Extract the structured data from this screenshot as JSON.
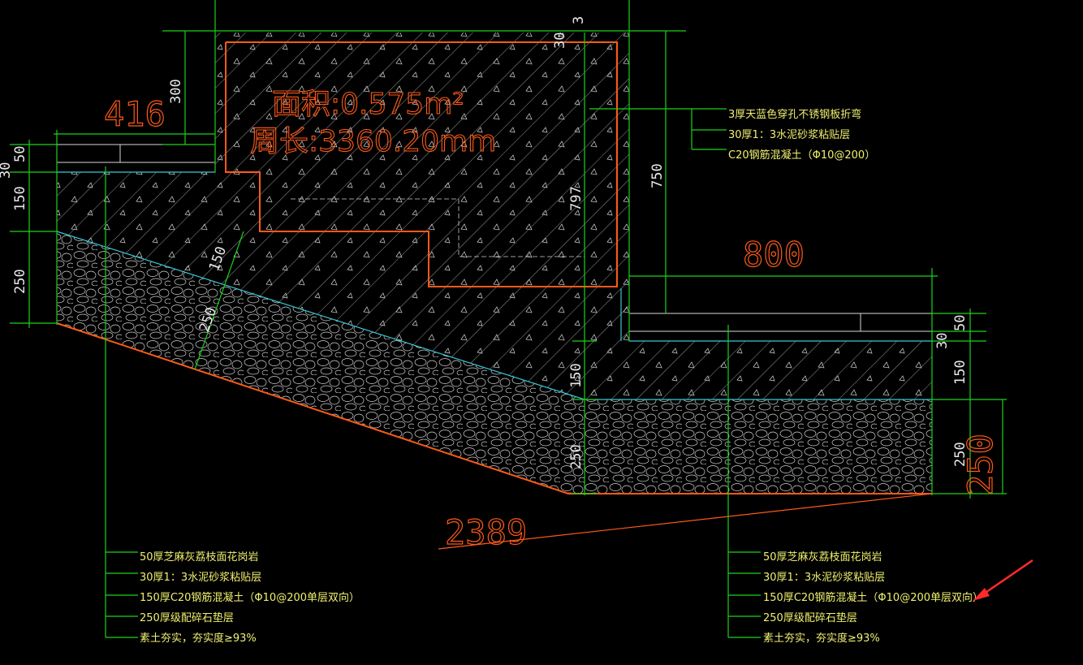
{
  "dimensions": {
    "d416": "416",
    "d300": "300",
    "d50_left": "50",
    "d30_left": "30",
    "d150_left": "150",
    "d250_left": "250",
    "d150_slope": "150",
    "d250_slope": "250",
    "d30_top": "30",
    "d3_top": "3",
    "d797": "797",
    "d750": "750",
    "d800": "800",
    "d50_right": "50",
    "d30_right": "30",
    "d150_right": "150",
    "d250_right": "250",
    "d250_big": "250",
    "d150_mid": "150",
    "d250_mid": "250",
    "d2389": "2389"
  },
  "measure": {
    "area": "面积:0.575m²",
    "perimeter": "周长:3360.20mm"
  },
  "notes_top": [
    "3厚天蓝色穿孔不锈钢板折弯",
    "30厚1：3水泥砂浆粘贴层",
    "C20钢筋混凝土（Φ10@200）"
  ],
  "notes_left": [
    "50厚芝麻灰荔枝面花岗岩",
    "30厚1：3水泥砂浆粘贴层",
    "150厚C20钢筋混凝土（Φ10@200单层双向）",
    "250厚级配碎石垫层",
    "素土夯实，夯实度≥93%"
  ],
  "notes_right": [
    "50厚芝麻灰荔枝面花岗岩",
    "30厚1：3水泥砂浆粘贴层",
    "150厚C20钢筋混凝土（Φ10@200单层双向）",
    "250厚级配碎石垫层",
    "素土夯实，夯实度≥93%"
  ],
  "colors": {
    "line_green": "#19d219",
    "outline_orange": "#ff5a1a",
    "layer_cyan": "#38c8d8",
    "note_yellow": "#f0f070",
    "background": "#000000"
  }
}
